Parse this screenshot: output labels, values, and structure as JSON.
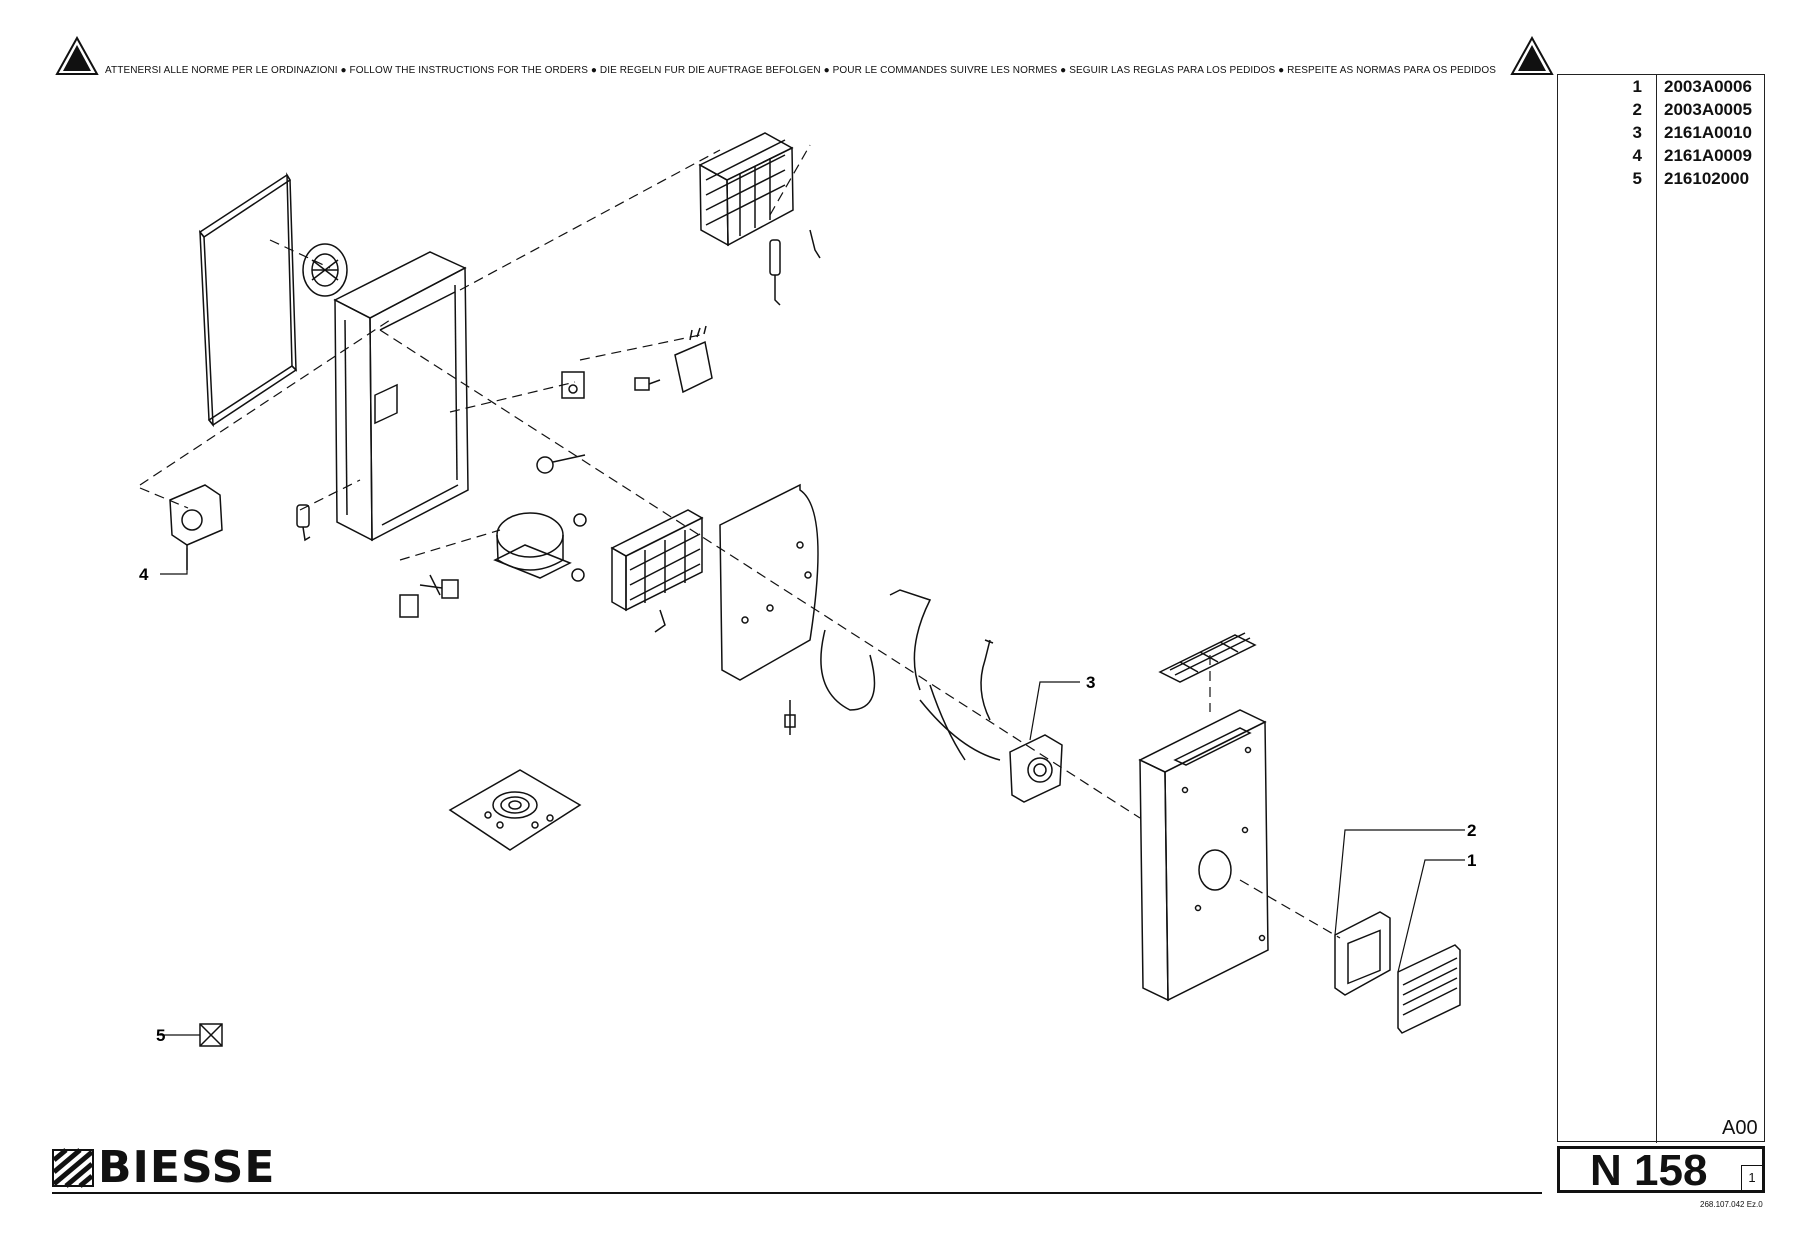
{
  "header": {
    "banner": "ATTENERSI ALLE NORME PER LE ORDINAZIONI ● FOLLOW THE INSTRUCTIONS FOR THE ORDERS ● DIE REGELN FUR DIE AUFTRAGE BEFOLGEN ● POUR LE COMMANDES SUIVRE LES NORMES ● SEGUIR LAS REGLAS PARA LOS PEDIDOS ● RESPEITE AS NORMAS PARA OS PEDIDOS"
  },
  "parts": [
    {
      "num": "1",
      "code": "2003A0006"
    },
    {
      "num": "2",
      "code": "2003A0005"
    },
    {
      "num": "3",
      "code": "2161A0010"
    },
    {
      "num": "4",
      "code": "2161A0009"
    },
    {
      "num": "5",
      "code": "216102000"
    }
  ],
  "callouts": {
    "c1": "1",
    "c2": "2",
    "c3": "3",
    "c4": "4",
    "c5": "5"
  },
  "footer": {
    "brand": "BIESSE",
    "revision": "A00",
    "sheet": "N 158",
    "sheet_sub": "1",
    "doc_ref": "268.107.042 Ez.0"
  },
  "colors": {
    "ink": "#111111",
    "paper": "#ffffff"
  }
}
